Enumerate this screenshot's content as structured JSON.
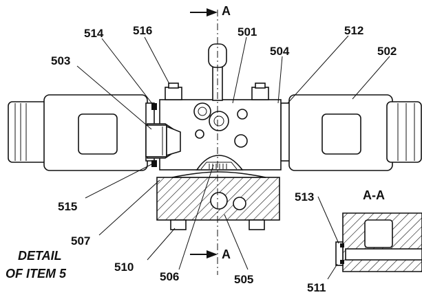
{
  "section_marker": {
    "letter_top": "A",
    "letter_bottom": "A"
  },
  "section_view_label": "A-A",
  "caption": {
    "line1": "DETAIL",
    "line2": "OF ITEM 5"
  },
  "callouts": {
    "c501": "501",
    "c502": "502",
    "c503": "503",
    "c504": "504",
    "c505": "505",
    "c506": "506",
    "c507": "507",
    "c510": "510",
    "c511": "511",
    "c512": "512",
    "c513": "513",
    "c514": "514",
    "c515": "515",
    "c516": "516"
  }
}
